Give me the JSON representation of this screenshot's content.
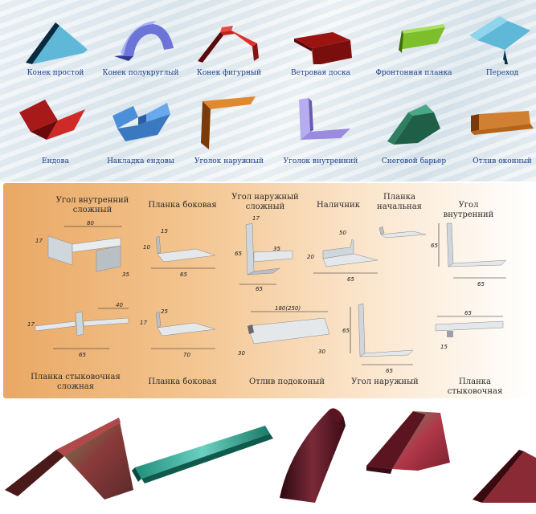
{
  "catalog": {
    "items": [
      {
        "label": "Конек простой",
        "color": "#5fb8d8"
      },
      {
        "label": "Конек полукруглый",
        "color": "#6c74d8"
      },
      {
        "label": "Конек фигурный",
        "color": "#c0211d"
      },
      {
        "label": "Ветровая доска",
        "color": "#9c1412"
      },
      {
        "label": "Фронтонная планка",
        "color": "#7cbf2a"
      },
      {
        "label": "Переход",
        "color": "#5fb8d8"
      },
      {
        "label": "Ендова",
        "color": "#a8191a"
      },
      {
        "label": "Накладка ендовы",
        "color": "#4a8fd8"
      },
      {
        "label": "Уголок наружный",
        "color": "#b5641a"
      },
      {
        "label": "Уголок внутренний",
        "color": "#9a8ae0"
      },
      {
        "label": "Снеговой барьер",
        "color": "#2f7f63"
      },
      {
        "label": "Отлив оконный",
        "color": "#b5641a"
      }
    ]
  },
  "drawings": {
    "top": [
      {
        "label": "Угол внутренний сложный",
        "dims": [
          "80",
          "17",
          "35"
        ]
      },
      {
        "label": "Планка боковая",
        "dims": [
          "15",
          "10",
          "65"
        ]
      },
      {
        "label": "Угол наружный сложный",
        "dims": [
          "17",
          "65",
          "35",
          "65"
        ]
      },
      {
        "label": "Наличник",
        "dims": [
          "50",
          "20",
          "65"
        ]
      },
      {
        "label": "Планка начальная",
        "dims": []
      },
      {
        "label": "Угол внутренний",
        "dims": [
          "65",
          "65"
        ]
      }
    ],
    "bottom": [
      {
        "label": "Планка стыковочная сложная",
        "dims": [
          "40",
          "17",
          "65"
        ]
      },
      {
        "label": "Планка боковая",
        "dims": [
          "25",
          "17",
          "70"
        ]
      },
      {
        "label": "Отлив подоконый",
        "dims": [
          "180(250)",
          "30",
          "30"
        ]
      },
      {
        "label": "Угол наружный",
        "dims": [
          "65",
          "65"
        ]
      },
      {
        "label": "Планка стыковочная",
        "dims": [
          "65",
          "15"
        ]
      }
    ]
  },
  "photos": {
    "colors": [
      "#8a3a3a",
      "#1f8f7a",
      "#4a0f1a",
      "#a0303a",
      "#8a2a35"
    ]
  }
}
